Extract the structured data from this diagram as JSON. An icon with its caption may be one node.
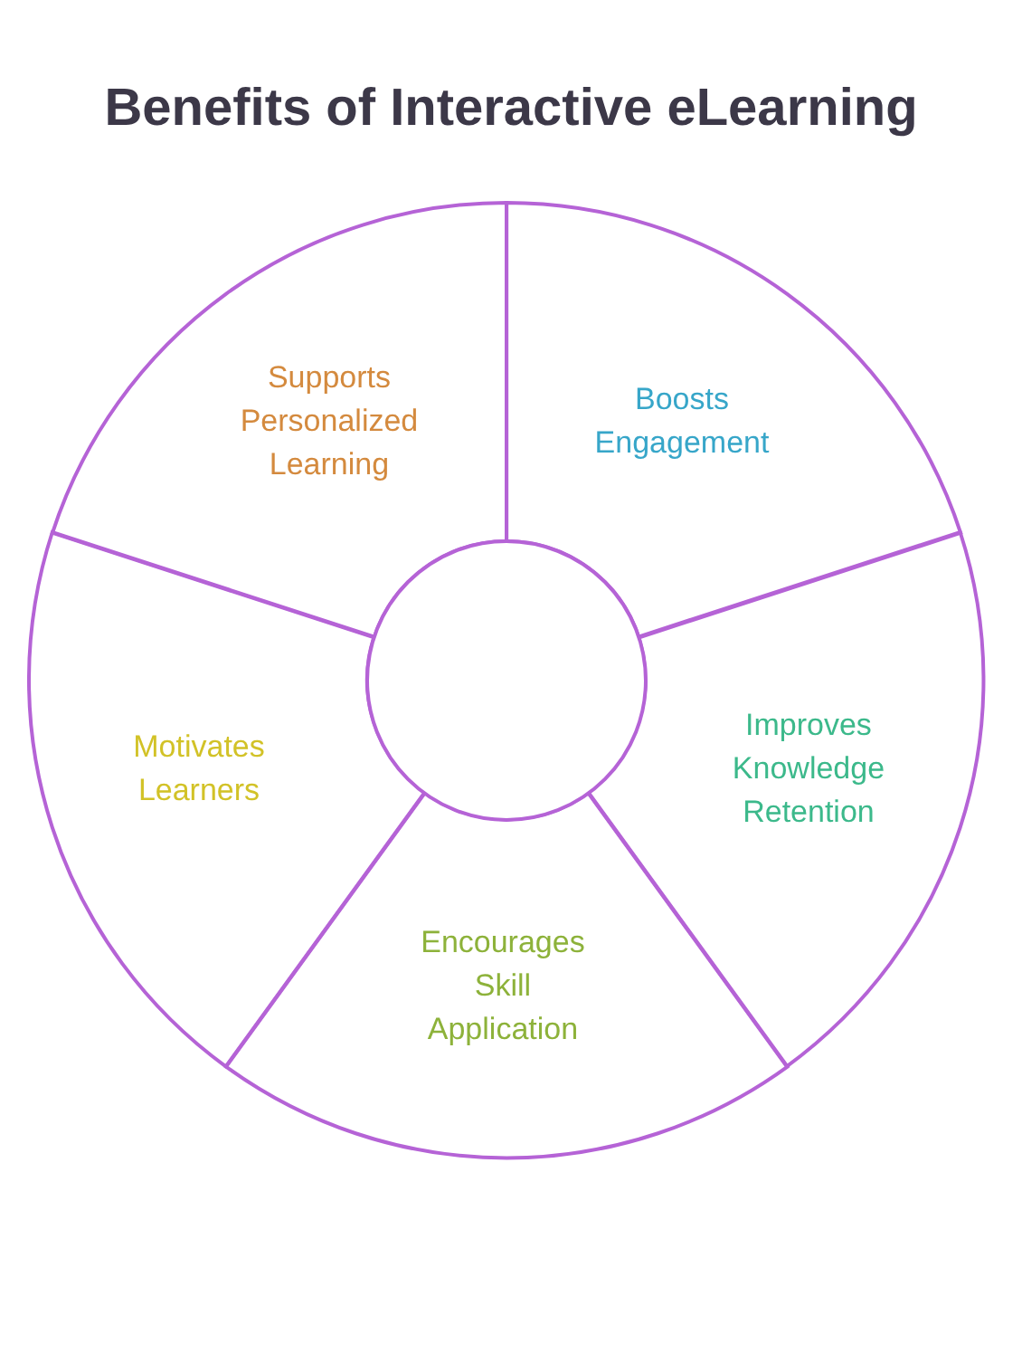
{
  "diagram": {
    "title": "Benefits of Interactive eLearning",
    "nodes": [
      {
        "text": [
          "Supports Personalized Learning"
        ]
      },
      {
        "text": [
          "Boosts Engagement"
        ]
      },
      {
        "text": [
          "Improves Knowledge Retention"
        ]
      },
      {
        "text": [
          "Encourages Skill Application"
        ]
      },
      {
        "text": [
          "Motivates Learners"
        ]
      },
      {
        "text": [],
        "shape": "circle"
      }
    ]
  }
}
